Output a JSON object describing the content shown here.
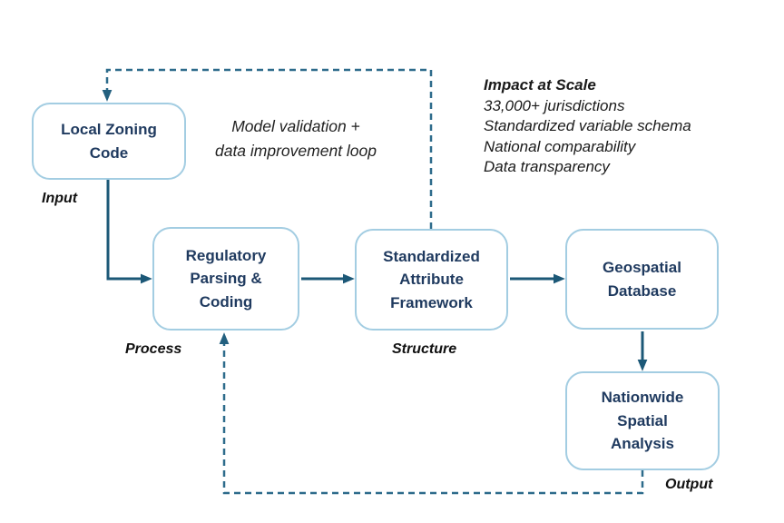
{
  "diagram": {
    "title": "zoning data standardization pipeline",
    "nodes": [
      {
        "id": "local-zoning-code",
        "label": "Local Zoning Code"
      },
      {
        "id": "regulatory-parsing-coding",
        "label": "Regulatory Parsing & Coding"
      },
      {
        "id": "standardized-attribute-framework",
        "label": "Standardized Attribute Framework"
      },
      {
        "id": "geospatial-database",
        "label": "Geospatial Database"
      },
      {
        "id": "nationwide-spatial-analysis",
        "label": "Nationwide Spatial Analysis"
      }
    ],
    "stage_labels": {
      "input": "Input",
      "process": "Process",
      "structure": "Structure",
      "output": "Output"
    },
    "annotations": {
      "loop_note": "Model validation + data improvement loop",
      "impact_title": "Impact at Scale",
      "impact_items": [
        "33,000+ jurisdictions",
        "Standardized variable schema",
        "National comparability",
        "Data transparency"
      ]
    },
    "colors": {
      "box_border": "#a3cde2",
      "box_text": "#1f3a5f",
      "solid_arrow": "#1c5877",
      "dashed_arrow": "#2d6b8b",
      "label_text": "#111111"
    }
  }
}
